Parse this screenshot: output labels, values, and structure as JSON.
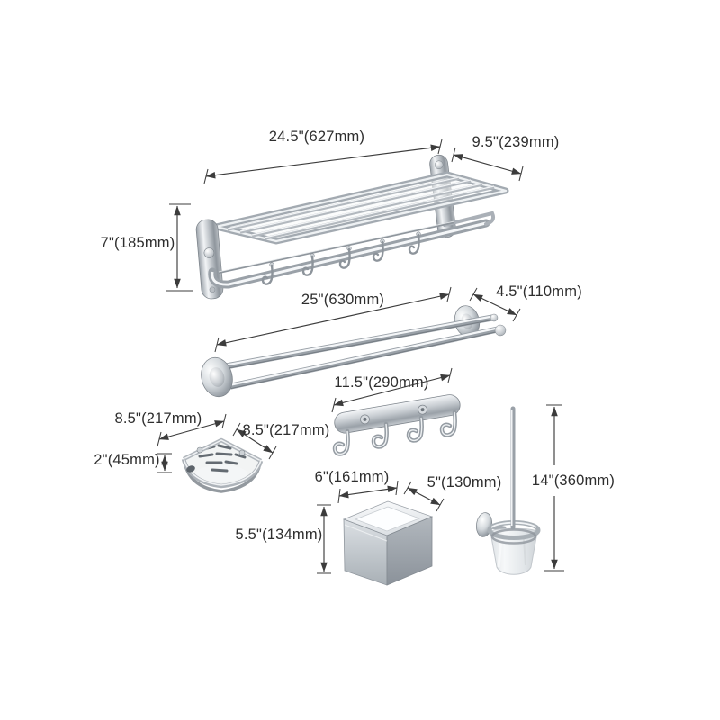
{
  "diagram": {
    "background": "#ffffff",
    "text_color": "#2e2e2e",
    "line_color": "#3c3c3c",
    "finish_colors": {
      "chrome_light": "#f4f6f8",
      "chrome_mid": "#b9bfc6",
      "chrome_dark": "#878d94"
    }
  },
  "products": {
    "towel_rack": {
      "icon": "folding-towel-rack-with-shelf-and-hooks",
      "width": "24.5\"(627mm)",
      "depth": "9.5\"(239mm)",
      "height": "7\"(185mm)"
    },
    "towel_bar": {
      "icon": "double-towel-bar",
      "length": "25\"(630mm)",
      "depth": "4.5\"(110mm)"
    },
    "hook_rail": {
      "icon": "four-hook-robe-hook-rail",
      "length": "11.5\"(290mm)"
    },
    "corner_basket": {
      "icon": "corner-soap-basket",
      "width": "8.5\"(217mm)",
      "depth": "8.5\"(217mm)",
      "height": "2\"(45mm)"
    },
    "tissue_box": {
      "icon": "tissue-box-holder",
      "width": "6\"(161mm)",
      "depth": "5\"(130mm)",
      "height": "5.5\"(134mm)"
    },
    "toilet_brush": {
      "icon": "toilet-brush-with-frosted-glass-holder",
      "height": "14\"(360mm)"
    }
  }
}
